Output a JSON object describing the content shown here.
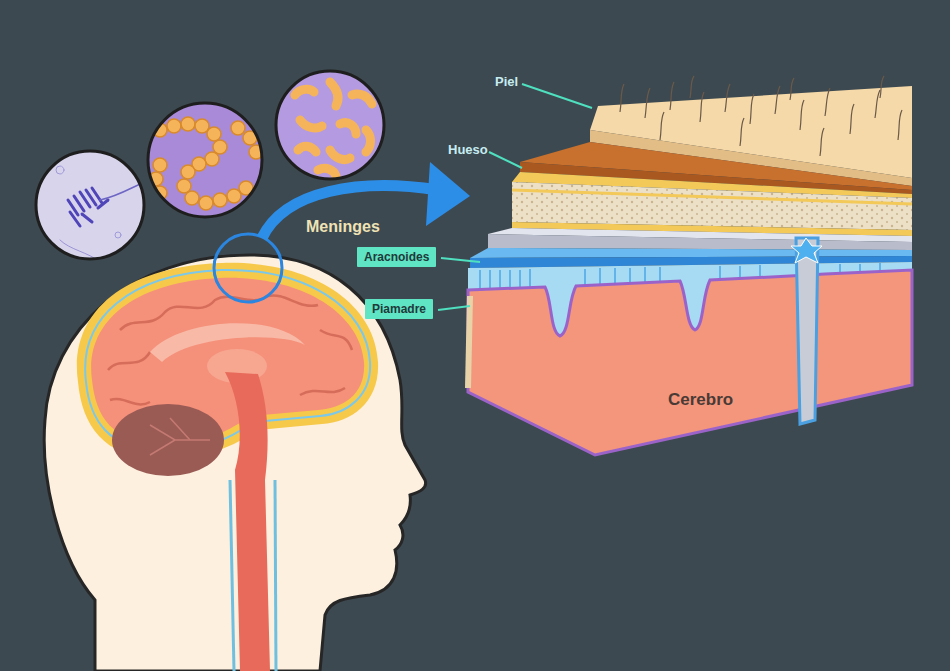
{
  "diagram": {
    "nodes": [
      {
        "text": [
          "Aracnoides"
        ]
      },
      {
        "text": [
          "Piamadre"
        ]
      }
    ],
    "labels": [
      "Piel",
      "Hueso",
      "Meninges",
      "Cerebro"
    ]
  }
}
